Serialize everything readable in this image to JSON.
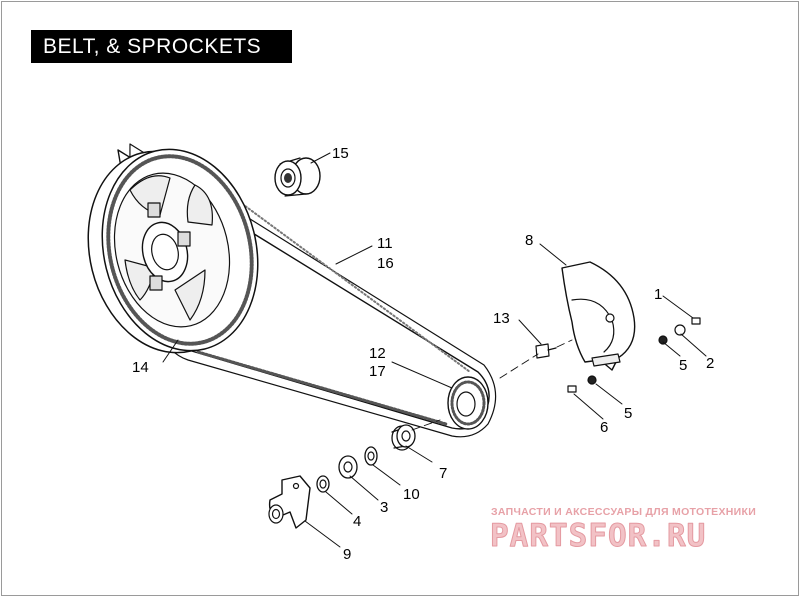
{
  "title": "BELT, & SPROCKETS",
  "callouts": [
    {
      "id": "c15",
      "text": "15"
    },
    {
      "id": "c11",
      "text": "11"
    },
    {
      "id": "c16",
      "text": "16"
    },
    {
      "id": "c8",
      "text": "8"
    },
    {
      "id": "c1",
      "text": "1"
    },
    {
      "id": "c13",
      "text": "13"
    },
    {
      "id": "c5a",
      "text": "5"
    },
    {
      "id": "c2",
      "text": "2"
    },
    {
      "id": "c14",
      "text": "14"
    },
    {
      "id": "c12",
      "text": "12"
    },
    {
      "id": "c17",
      "text": "17"
    },
    {
      "id": "c5b",
      "text": "5"
    },
    {
      "id": "c6",
      "text": "6"
    },
    {
      "id": "c7",
      "text": "7"
    },
    {
      "id": "c10",
      "text": "10"
    },
    {
      "id": "c3",
      "text": "3"
    },
    {
      "id": "c4",
      "text": "4"
    },
    {
      "id": "c9",
      "text": "9"
    }
  ],
  "watermark": {
    "caption": "ЗАПЧАСТИ И АКСЕССУАРЫ ДЛЯ МОТОТЕХНИКИ",
    "logo": "PARTSFOR.RU"
  }
}
